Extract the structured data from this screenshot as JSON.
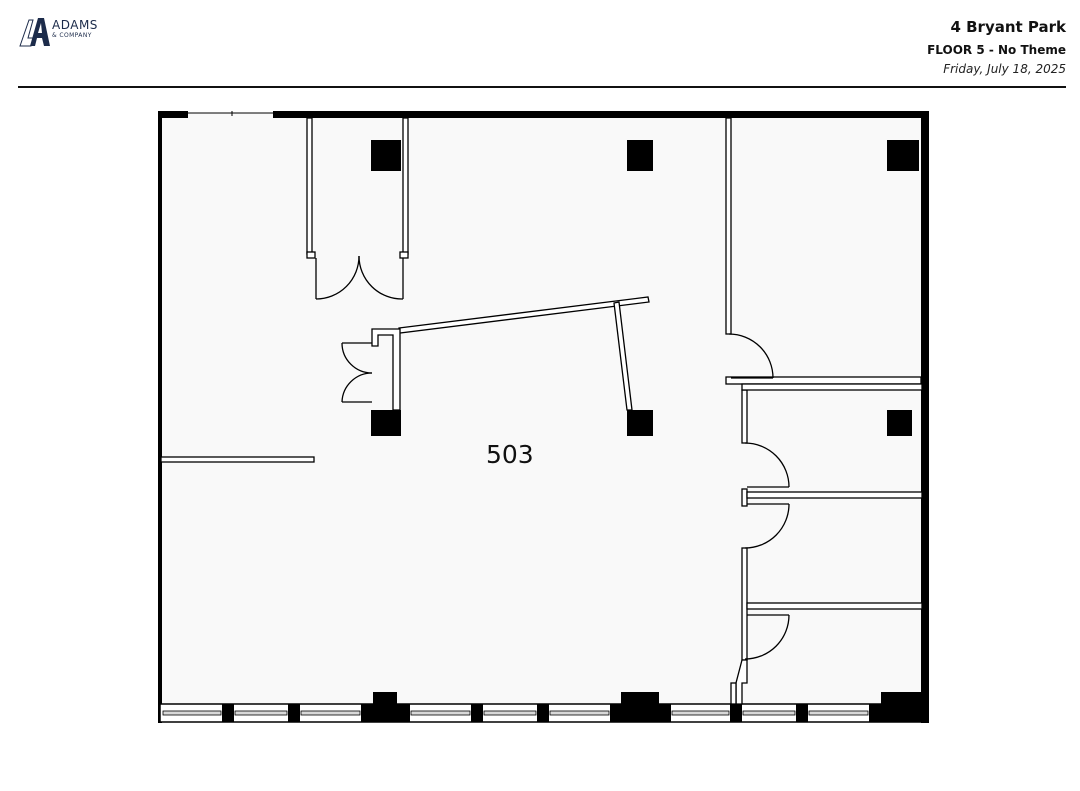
{
  "header": {
    "logo": {
      "name": "ADAMS",
      "subtitle": "& COMPANY",
      "icon": "adams-company-logo-icon",
      "color": "#1c2b4a"
    },
    "building": "4 Bryant Park",
    "floor": "FLOOR 5 - No Theme",
    "date": "Friday, July 18, 2025"
  },
  "floorplan": {
    "suite_label": "503",
    "fill_color": "#f9f9f9",
    "wall_color": "#000000"
  }
}
